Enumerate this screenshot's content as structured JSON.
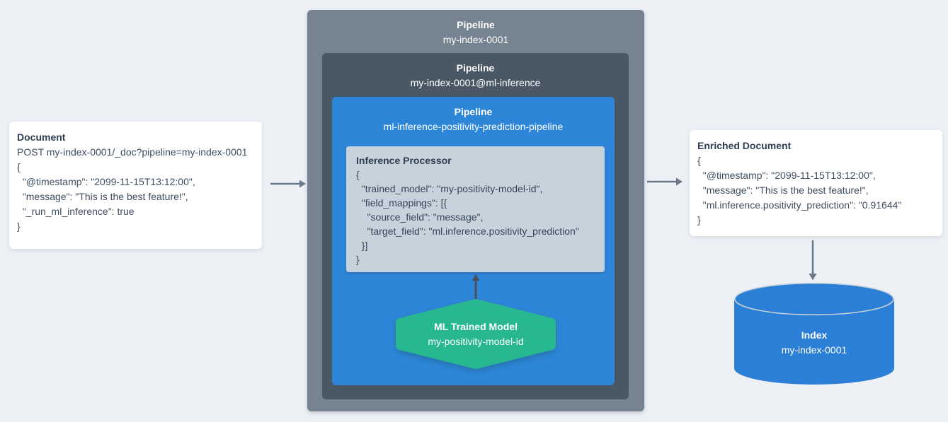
{
  "document_card": {
    "title": "Document",
    "lines": [
      "POST my-index-0001/_doc?pipeline=my-index-0001",
      "{",
      "  \"@timestamp\": \"2099-11-15T13:12:00\",",
      "  \"message\": \"This is the best feature!\",",
      "  \"_run_ml_inference\": true",
      "}"
    ]
  },
  "outer_pipeline": {
    "label": "Pipeline",
    "name": "my-index-0001"
  },
  "inference_pipeline": {
    "label": "Pipeline",
    "name": "my-index-0001@ml-inference"
  },
  "ml_pipeline": {
    "label": "Pipeline",
    "name": "ml-inference-positivity-prediction-pipeline"
  },
  "inference_processor": {
    "title": "Inference Processor",
    "lines": [
      "{",
      "  \"trained_model\": \"my-positivity-model-id\",",
      "  \"field_mappings\": [{",
      "    \"source_field\": \"message\",",
      "    \"target_field\": \"ml.inference.positivity_prediction\"",
      "  }]",
      "}"
    ]
  },
  "ml_model": {
    "title": "ML Trained Model",
    "name": "my-positivity-model-id"
  },
  "enriched_card": {
    "title": "Enriched Document",
    "lines": [
      "{",
      "  \"@timestamp\": \"2099-11-15T13:12:00\",",
      "  \"message\": \"This is the best feature!\",",
      "  \"ml.inference.positivity_prediction\": \"0.91644\"",
      "}"
    ]
  },
  "index": {
    "title": "Index",
    "name": "my-index-0001"
  },
  "colors": {
    "background": "#edf1f6",
    "outer_box": "#768492",
    "mid_box": "#4a5866",
    "blue_box": "#2e86d8",
    "processor_box": "#c7d2dc",
    "hexagon_green": "#27b892",
    "cylinder_blue": "#2b7fd6",
    "arrow_gray": "#6b7a8a",
    "arrow_dark": "#47525e",
    "text_dark": "#3f4d5f"
  }
}
